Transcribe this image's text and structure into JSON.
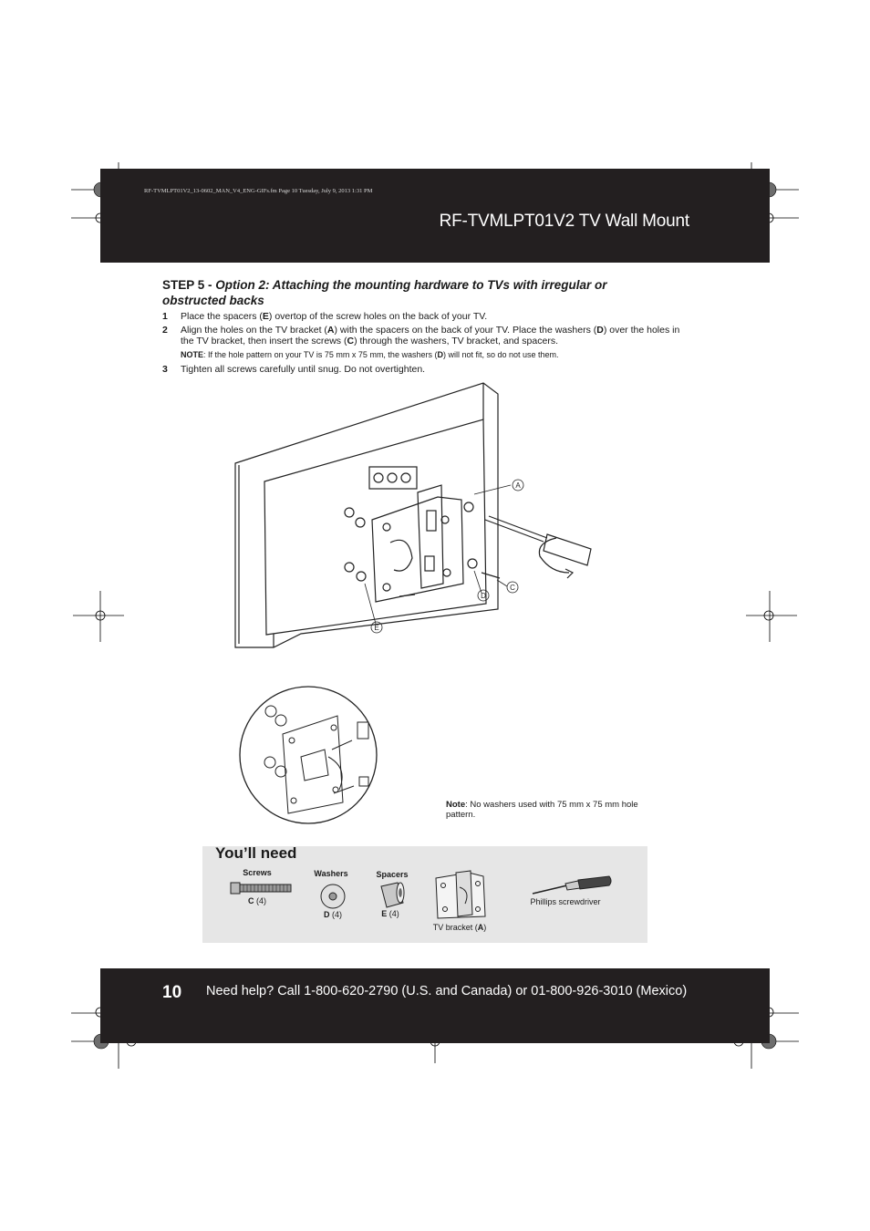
{
  "header": {
    "slug": "RF-TVMLPT01V2_13-0602_MAN_V4_ENG-GIFs.fm  Page 10  Tuesday, July 9, 2013  1:31 PM",
    "title": "RF-TVMLPT01V2  TV Wall Mount"
  },
  "step": {
    "label": "STEP 5 - ",
    "title": "Option 2: Attaching the mounting hardware to TVs with irregular or obstructed backs"
  },
  "instructions": [
    {
      "num": "1",
      "pre": "Place the spacers (",
      "b1": "E",
      "mid1": ") overtop of the screw holes on the back of your TV."
    },
    {
      "num": "2",
      "pre": "Align the holes on the TV bracket (",
      "b1": "A",
      "mid1": ") with the spacers on the back of your TV. Place the washers (",
      "b2": "D",
      "mid2": ") over the holes in the TV bracket, then insert the screws (",
      "b3": "C",
      "post": ") through the washers, TV bracket, and spacers."
    },
    {
      "num": "3",
      "text": "Tighten all screws carefully until snug. Do not overtighten."
    }
  ],
  "note": {
    "label": "NOTE",
    "pre": ": If the hole pattern on your TV is 75 mm x 75 mm, the washers (",
    "bold": "D",
    "post": ") will not fit, so do not use them."
  },
  "diagram_callouts": [
    "A",
    "C",
    "D",
    "E"
  ],
  "callout_note": {
    "label": "Note",
    "text": ": No washers used with 75 mm x 75 mm hole pattern."
  },
  "youll_need": {
    "title": "You’ll need",
    "parts": [
      {
        "label": "Screws",
        "code": "C",
        "count": " (4)"
      },
      {
        "label": "Washers",
        "code": "D",
        "count": " (4)"
      },
      {
        "label": "Spacers",
        "code": "E",
        "count": " (4)"
      },
      {
        "label": "TV bracket (",
        "code": "A",
        "count": ")"
      },
      {
        "label": "Phillips screwdriver"
      }
    ]
  },
  "footer": {
    "page_number": "10",
    "help": "Need help? Call 1-800-620-2790 (U.S. and Canada) or 01-800-926-3010 (Mexico)"
  },
  "colors": {
    "bar": "#231f20",
    "panel": "#e6e6e6",
    "text": "#1a1a1a"
  }
}
